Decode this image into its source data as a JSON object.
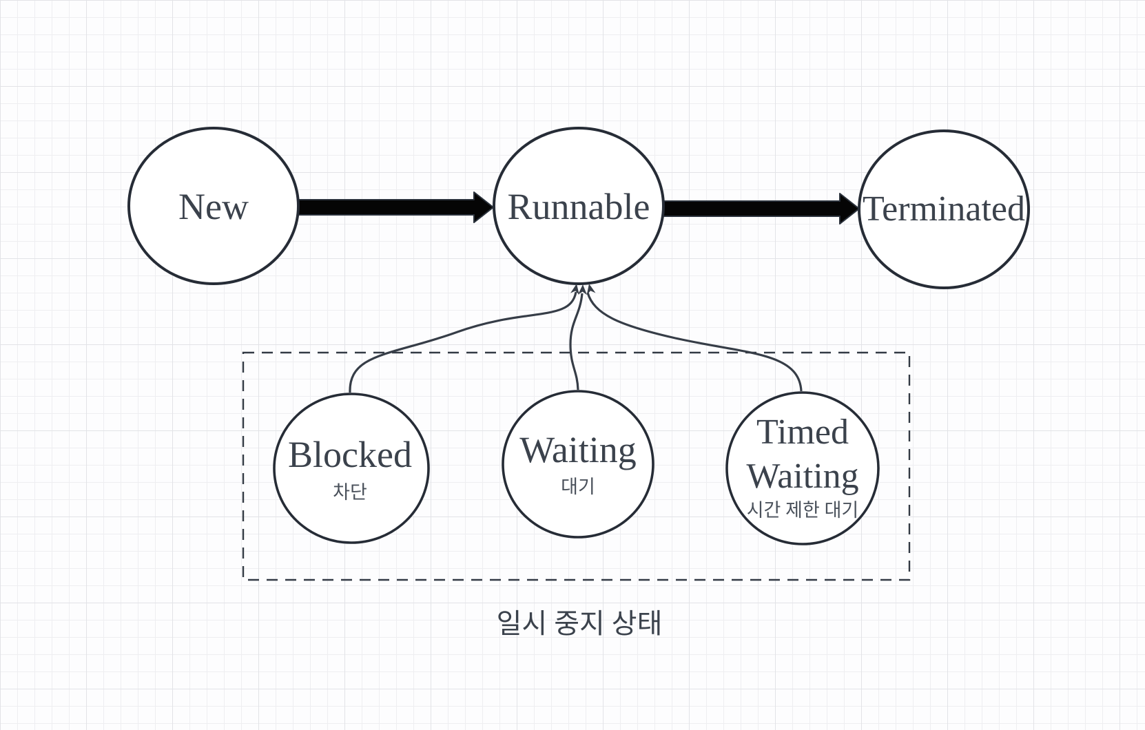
{
  "diagram": {
    "caption": "일시 중지 상태",
    "nodes": {
      "new": {
        "label": "New"
      },
      "runnable": {
        "label": "Runnable"
      },
      "terminated": {
        "label": "Terminated"
      },
      "blocked": {
        "label": "Blocked",
        "sublabel": "차단"
      },
      "waiting": {
        "label": "Waiting",
        "sublabel": "대기"
      },
      "timed_waiting": {
        "label_line1": "Timed",
        "label_line2": "Waiting",
        "sublabel": "시간 제한 대기"
      }
    },
    "edges": [
      {
        "from": "New",
        "to": "Runnable",
        "style": "thick-solid-arrow"
      },
      {
        "from": "Runnable",
        "to": "Terminated",
        "style": "thick-solid-arrow"
      },
      {
        "from": "Blocked",
        "to": "Runnable",
        "style": "thin-curved-arrow"
      },
      {
        "from": "Waiting",
        "to": "Runnable",
        "style": "thin-curved-arrow"
      },
      {
        "from": "Timed Waiting",
        "to": "Runnable",
        "style": "thin-curved-arrow"
      }
    ],
    "group": {
      "members": [
        "Blocked",
        "Waiting",
        "Timed Waiting"
      ],
      "border": "dashed"
    },
    "colors": {
      "background": "#fdfdfe",
      "grid_minor": "#eeeef1",
      "grid_major": "#e2e3e7",
      "node_stroke": "#262c36",
      "node_fill": "#ffffff",
      "text": "#3b424c",
      "thick_arrow_fill": "#050505",
      "curve_stroke": "#363d47",
      "dashed_border": "#333a44"
    }
  }
}
